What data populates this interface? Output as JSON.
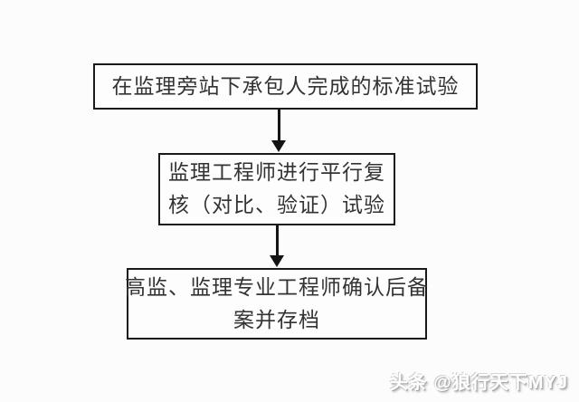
{
  "canvas": {
    "background_color": "#fcfcfc"
  },
  "flowchart": {
    "node_border_color": "#1a1a1a",
    "node_fill_color": "#fdfdfd",
    "node_text_color": "#333333",
    "arrow_color": "#141414",
    "nodes": [
      {
        "id": "standard-test",
        "lines": [
          "在监理旁站下承包人完成的标准试验"
        ]
      },
      {
        "id": "parallel-check",
        "lines": [
          "监理工程师进行平行复",
          "核（对比、验证）试验"
        ]
      },
      {
        "id": "confirm-archive",
        "lines": [
          "高监、监理专业工程师确认后备",
          "案并存档"
        ]
      }
    ],
    "edges": [
      {
        "from": "standard-test",
        "to": "parallel-check"
      },
      {
        "from": "parallel-check",
        "to": "confirm-archive"
      }
    ]
  },
  "watermark": {
    "text": "头条 @狼行天下MYJ",
    "color": "#ffffff"
  }
}
